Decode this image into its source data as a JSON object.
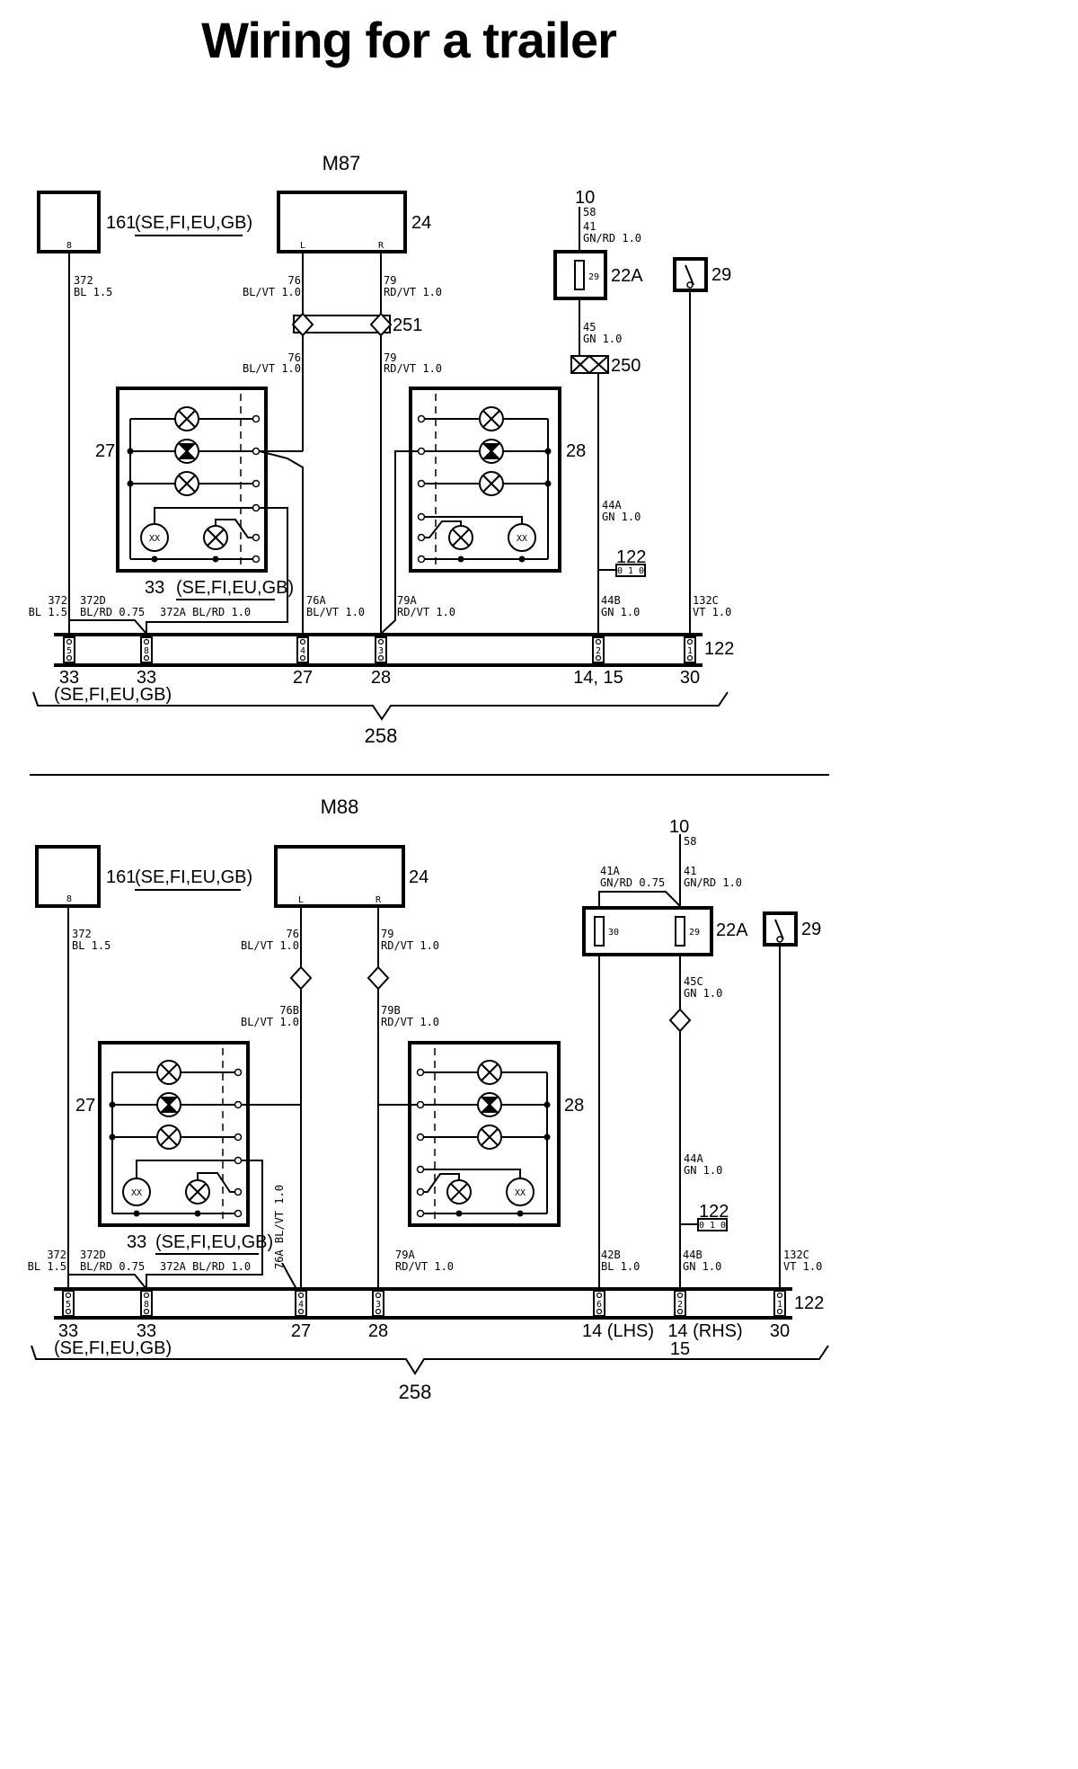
{
  "title": "Wiring for a trailer",
  "m87": {
    "heading": "M87",
    "comp161": "161",
    "comp161_markets": "(SE,FI,EU,GB)",
    "comp161_pin": "8",
    "comp24": "24",
    "comp24_pin_l": "L",
    "comp24_pin_r": "R",
    "w372_num": "372",
    "w372_spec": "BL 1.5",
    "w76_num": "76",
    "w76_spec": "BL/VT 1.0",
    "w79_num": "79",
    "w79_spec": "RD/VT 1.0",
    "conn251": "251",
    "w76b_num": "76",
    "w76b_spec": "BL/VT 1.0",
    "w79b_num": "79",
    "w79b_spec": "RD/VT 1.0",
    "feed10": "10",
    "feed58": "58",
    "w41_num": "41",
    "w41_spec": "GN/RD 1.0",
    "fuse29": "29",
    "fuse22a": "22A",
    "w45_num": "45",
    "w45_spec": "GN 1.0",
    "conn250": "250",
    "sw29": "29",
    "lamp27": "27",
    "lamp28": "28",
    "xx": "XX",
    "w44a_num": "44A",
    "w44a_spec": "GN 1.0",
    "conn122_top": "122",
    "c122_small_pins": "0 1 0",
    "label33": "33",
    "label33_markets": "(SE,FI,EU,GB)",
    "wl372_num": "372",
    "wl372_spec": "BL 1.5",
    "wl372d_num": "372D",
    "wl372d_spec": "BL/RD 0.75",
    "wl372a": "372A BL/RD 1.0",
    "wl76a_num": "76A",
    "wl76a_spec": "BL/VT 1.0",
    "wl79a_num": "79A",
    "wl79a_spec": "RD/VT 1.0",
    "wl44b_num": "44B",
    "wl44b_spec": "GN 1.0",
    "wl132c_num": "132C",
    "wl132c_spec": "VT 1.0",
    "conn122": "122",
    "pins": [
      "5",
      "8",
      "4",
      "3",
      "2",
      "1"
    ],
    "pin_labels": [
      "33",
      "33",
      "27",
      "28",
      "14, 15",
      "30"
    ],
    "bottom_markets": "(SE,FI,EU,GB)",
    "label258": "258"
  },
  "m88": {
    "heading": "M88",
    "comp161": "161",
    "comp161_markets": "(SE,FI,EU,GB)",
    "comp161_pin": "8",
    "comp24": "24",
    "comp24_pin_l": "L",
    "comp24_pin_r": "R",
    "w372_num": "372",
    "w372_spec": "BL 1.5",
    "w76_num": "76",
    "w76_spec": "BL/VT 1.0",
    "w79_num": "79",
    "w79_spec": "RD/VT 1.0",
    "w76b_num": "76B",
    "w76b_spec": "BL/VT 1.0",
    "w79b_num": "79B",
    "w79b_spec": "RD/VT 1.0",
    "feed10": "10",
    "feed58": "58",
    "w41a_num": "41A",
    "w41a_spec": "GN/RD 0.75",
    "w41_num": "41",
    "w41_spec": "GN/RD 1.0",
    "fuse30": "30",
    "fuse29": "29",
    "fuse22a": "22A",
    "w45c_num": "45C",
    "w45c_spec": "GN 1.0",
    "sw29": "29",
    "lamp27": "27",
    "lamp28": "28",
    "xx": "XX",
    "w44a_num": "44A",
    "w44a_spec": "GN 1.0",
    "conn122_top": "122",
    "c122_small_pins": "0 1 0",
    "label33": "33",
    "label33_markets": "(SE,FI,EU,GB)",
    "wl372_num": "372",
    "wl372_spec": "BL 1.5",
    "wl372d_num": "372D",
    "wl372d_spec": "BL/RD 0.75",
    "wl372a": "372A BL/RD 1.0",
    "wl76a": "76A BL/VT 1.0",
    "wl79a_num": "79A",
    "wl79a_spec": "RD/VT 1.0",
    "wl42b_num": "42B",
    "wl42b_spec": "BL 1.0",
    "wl44b_num": "44B",
    "wl44b_spec": "GN 1.0",
    "wl132c_num": "132C",
    "wl132c_spec": "VT 1.0",
    "conn122": "122",
    "pins": [
      "5",
      "8",
      "4",
      "3",
      "6",
      "2",
      "1"
    ],
    "pin_labels": [
      "33",
      "33",
      "27",
      "28",
      "14 (LHS)",
      "14 (RHS)",
      "30"
    ],
    "label15": "15",
    "bottom_markets": "(SE,FI,EU,GB)",
    "label258": "258"
  }
}
